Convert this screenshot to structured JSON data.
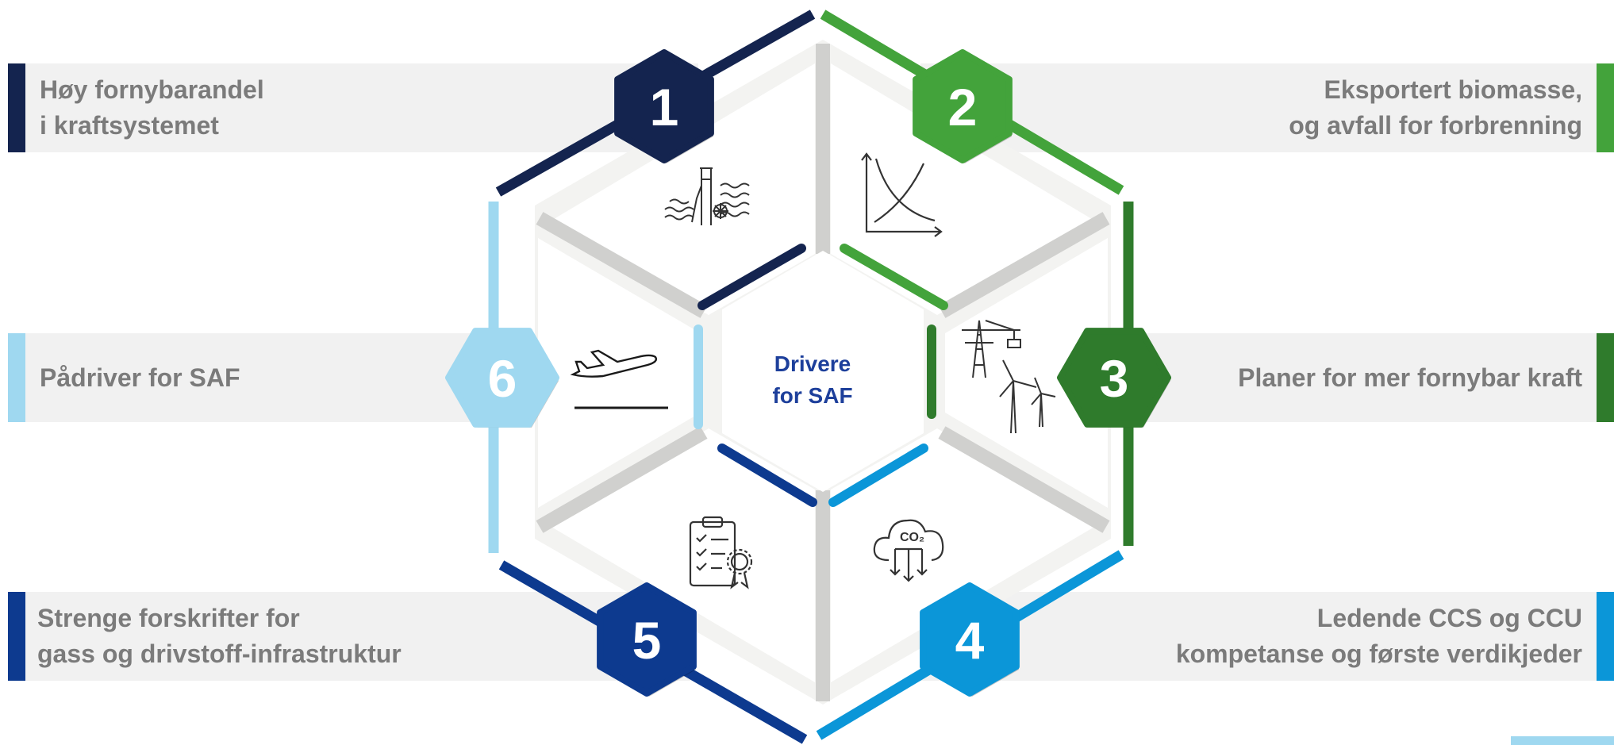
{
  "center": {
    "line1": "Drivere",
    "line2": "for SAF"
  },
  "drivers": [
    {
      "number": "1",
      "line1": "Høy fornybarandel",
      "line2": "i kraftsystemet",
      "icon": "hydropower-dam-icon",
      "color": "#14244f"
    },
    {
      "number": "2",
      "line1": "Eksportert biomasse,",
      "line2": "og avfall for forbrenning",
      "icon": "declining-curve-chart-icon",
      "color": "#43a33b"
    },
    {
      "number": "3",
      "line1": "Planer for mer fornybar kraft",
      "line2": "",
      "icon": "power-pylon-wind-turbine-icon",
      "color": "#2f7b2c"
    },
    {
      "number": "4",
      "line1": "Ledende CCS og CCU",
      "line2": "kompetanse og første verdikjeder",
      "icon": "co2-cloud-capture-icon",
      "color": "#0b96d8"
    },
    {
      "number": "5",
      "line1": "Strenge forskrifter for",
      "line2": "gass og drivstoff-infrastruktur",
      "icon": "regulation-checklist-icon",
      "color": "#0d3a8f"
    },
    {
      "number": "6",
      "line1": "Pådriver for SAF",
      "line2": "",
      "icon": "airplane-takeoff-icon",
      "color": "#9fd8f0"
    }
  ],
  "colors": {
    "center_text": "#1d3f9b",
    "bar_text": "#7b7b7b",
    "bar_bg": "#f1f1f1"
  }
}
